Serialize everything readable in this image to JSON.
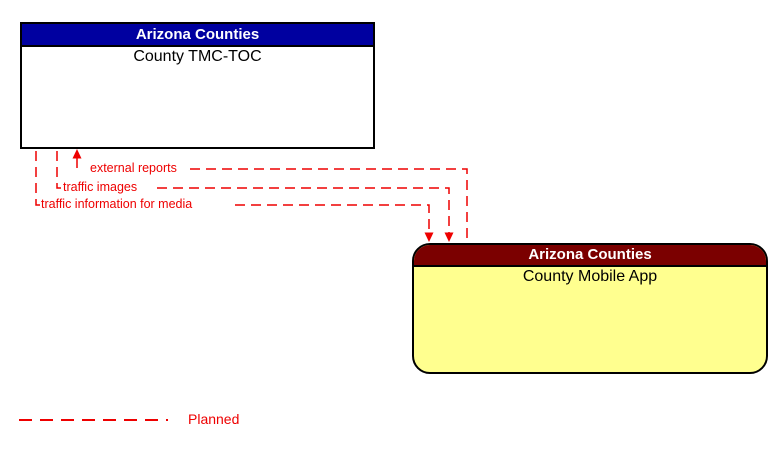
{
  "diagram": {
    "boxes": [
      {
        "id": "county-tmc-toc",
        "header": "Arizona Counties",
        "title": "County TMC-TOC",
        "shape": "rectangle"
      },
      {
        "id": "county-mobile-app",
        "header": "Arizona Counties",
        "title": "County Mobile App",
        "shape": "rounded-rectangle"
      }
    ],
    "flows": [
      {
        "label": "external reports",
        "from": "County Mobile App",
        "to": "County TMC-TOC",
        "status": "planned",
        "line_style": "dashed"
      },
      {
        "label": "traffic images",
        "from": "County TMC-TOC",
        "to": "County Mobile App",
        "status": "planned",
        "line_style": "dashed"
      },
      {
        "label": "traffic information for media",
        "from": "County TMC-TOC",
        "to": "County Mobile App",
        "status": "planned",
        "line_style": "dashed"
      }
    ],
    "legend": {
      "label": "Planned",
      "line_style": "dashed"
    }
  },
  "colors": {
    "header-blue": "#0000A0",
    "header-maroon": "#7B0000",
    "body-yellow": "#FFFF8F",
    "flow-red": "#EE0000",
    "border-black": "#000000"
  }
}
